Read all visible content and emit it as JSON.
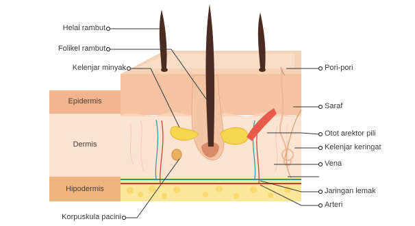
{
  "labels": {
    "helai_rambut": "Helai rambut",
    "folikel_rambut": "Folikel rambut",
    "kelenjar_minyak": "Kelenjar minyak",
    "korpuskula_pacini": "Korpuskula pacini",
    "pori_pori": "Pori-pori",
    "saraf": "Saraf",
    "otot_arektor_pili": "Otot arektor pili",
    "kelenjar_keringat": "Kelenjar keringat",
    "vena": "Vena",
    "jaringan_lemak": "Jaringan lemak",
    "arteri": "Arteri"
  },
  "layers": {
    "epidermis": "Epidermis",
    "dermis": "Dermis",
    "hipodermis": "Hipodermis"
  },
  "colors": {
    "epidermis": "#f6c3a3",
    "epidermis_top": "#f9d8c1",
    "dermis": "#fbe3d2",
    "hipodermis": "#f5d27b",
    "fat": "#fbe69a",
    "hair": "#4a2c22",
    "gland": "#f6d64e",
    "muscle": "#e85a4a",
    "vein": "#2f8fa3",
    "artery": "#c43a2a",
    "leader": "#333333"
  }
}
